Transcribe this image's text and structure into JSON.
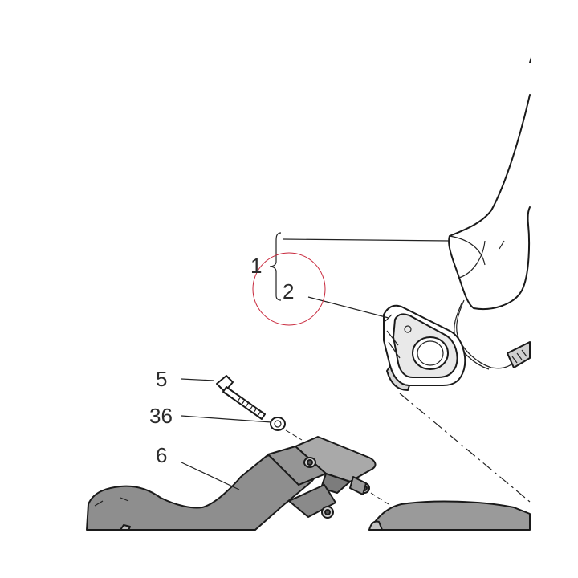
{
  "callouts": {
    "c1": "1",
    "c2": "2",
    "c5": "5",
    "c36": "36",
    "c6": "6"
  },
  "colors": {
    "part_fill_dark": "#8c8c8c",
    "part_fill_mid": "#a6a6a6",
    "part_fill_light": "#bdbdbd",
    "highlight_circle": "#c8283c",
    "line": "#222222"
  }
}
